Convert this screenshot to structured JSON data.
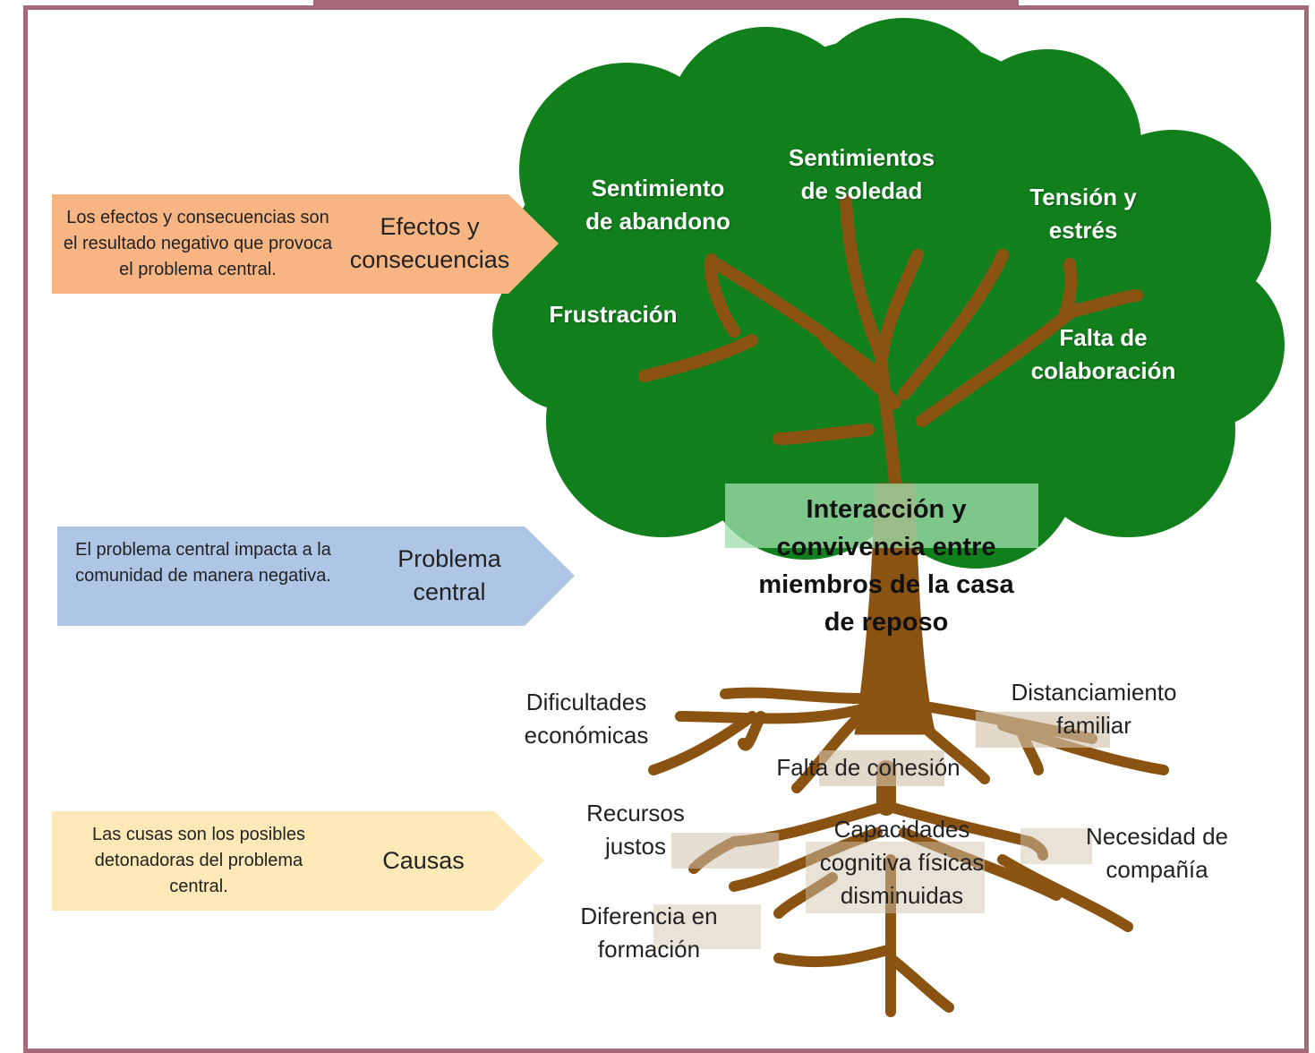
{
  "legend": {
    "effects": {
      "title": "Efectos y consecuencias",
      "desc": "Los efectos y consecuencias son el resultado negativo que provoca el problema central.",
      "color": "#f8b584"
    },
    "problem": {
      "title": "Problema central",
      "desc": "El problema central impacta a la comunidad de manera negativa.",
      "color": "#aec5e6"
    },
    "causes": {
      "title": "Causas",
      "desc": "Las cusas  son los posibles detonadoras del problema central.",
      "color": "#fde9b7"
    }
  },
  "effects": [
    "Sentimiento de abandono",
    "Sentimientos de soledad",
    "Tensión y estrés",
    "Frustración",
    "Falta de colaboración"
  ],
  "central_problem": "Interacción y convivencia entre miembros de la casa de reposo",
  "causes": [
    "Dificultades económicas",
    "Distanciamiento familiar",
    "Falta de cohesión",
    "Recursos justos",
    "Capacidades cognitiva físicas disminuidas",
    "Necesidad de compañía",
    "Diferencia en formación"
  ],
  "colors": {
    "canopy": "#11801c",
    "trunk": "#8a5312",
    "frame": "#a5697a",
    "label_band": "#d2c2ad"
  }
}
